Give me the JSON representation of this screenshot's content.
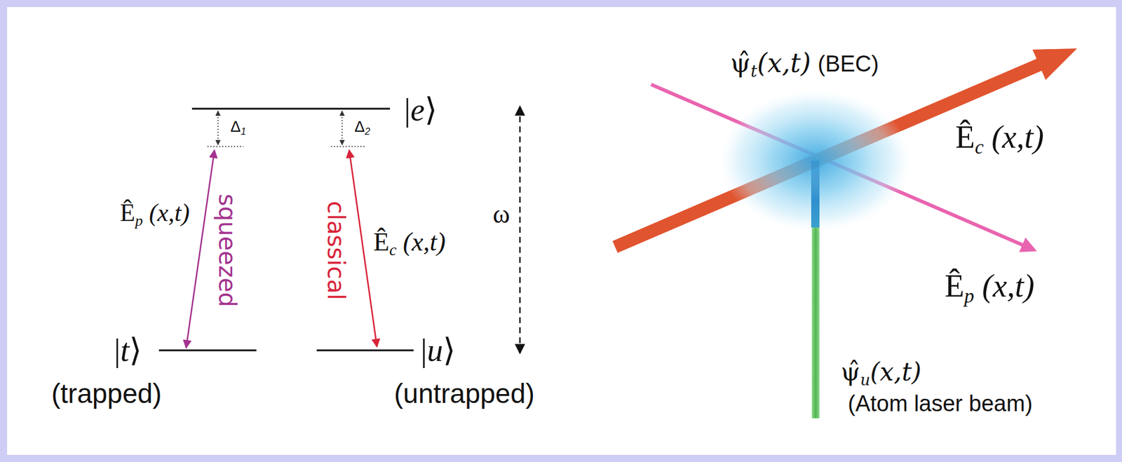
{
  "diagram": {
    "labels": [
      "Δ1",
      "Δ2",
      "|e⟩",
      "Êp (x,t)",
      "squeezed",
      "classical",
      "Êc (x,t)",
      "ω",
      "|t⟩",
      "|u⟩",
      "(trapped)",
      "(untrapped)",
      "ψ̂t(x,t)",
      "(BEC)",
      "Êc (x,t)",
      "Êp (x,t)",
      "ψ̂u(x,t)",
      "(Atom laser beam)"
    ]
  }
}
